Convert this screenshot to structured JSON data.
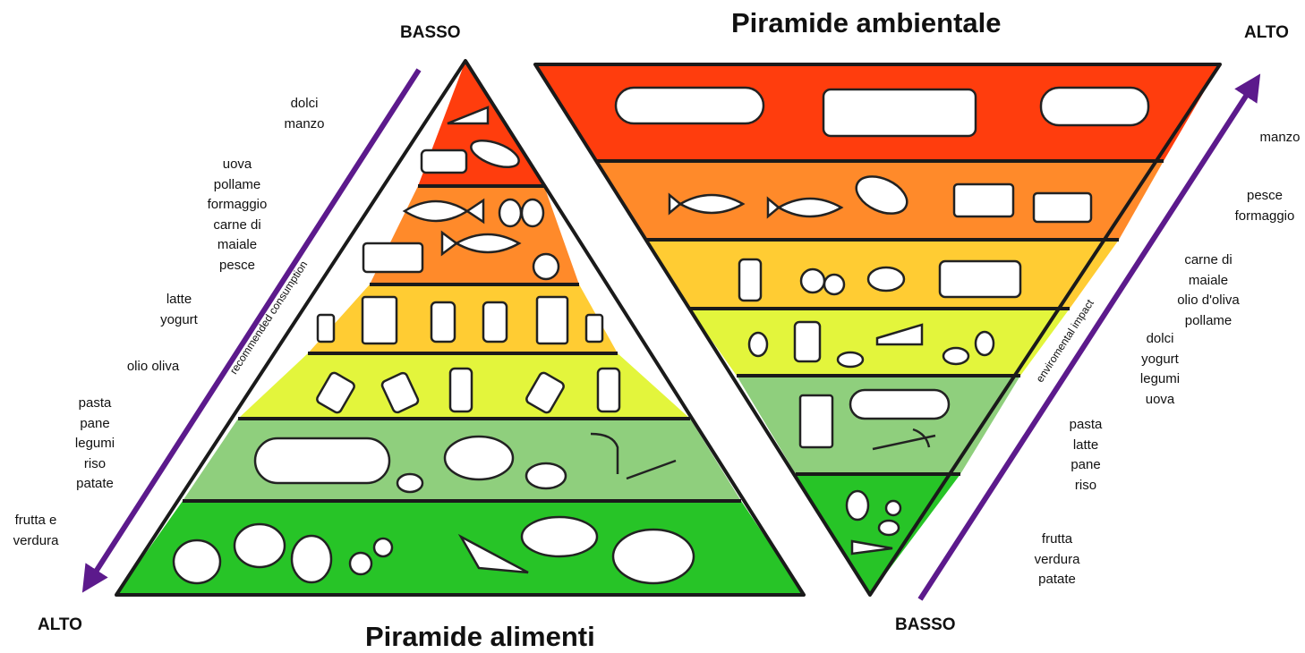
{
  "food_pyramid": {
    "title": "Piramide alimenti",
    "top_label": "BASSO",
    "bottom_label": "ALTO",
    "axis_label": "recommended consumption",
    "tiers": [
      {
        "items": [
          "dolci",
          "manzo"
        ],
        "color": "#ff3d0d"
      },
      {
        "items": [
          "uova",
          "pollame",
          "formaggio",
          "carne di",
          "maiale",
          "pesce"
        ],
        "color": "#ff8a2a"
      },
      {
        "items": [
          "latte",
          "yogurt"
        ],
        "color": "#ffcc33"
      },
      {
        "items": [
          "olio oliva"
        ],
        "color": "#e3f53c"
      },
      {
        "items": [
          "pasta",
          "pane",
          "legumi",
          "riso",
          "patate"
        ],
        "color": "#8fcf7d"
      },
      {
        "items": [
          "frutta e",
          "verdura"
        ],
        "color": "#27c427"
      }
    ]
  },
  "environment_pyramid": {
    "title": "Piramide ambientale",
    "top_label": "ALTO",
    "bottom_label": "BASSO",
    "axis_label": "enviromental impact",
    "tiers": [
      {
        "items": [
          "manzo"
        ],
        "color": "#ff3d0d"
      },
      {
        "items": [
          "pesce",
          "formaggio"
        ],
        "color": "#ff8a2a"
      },
      {
        "items": [
          "carne di",
          "maiale",
          "olio d'oliva",
          "pollame"
        ],
        "color": "#ffcc33"
      },
      {
        "items": [
          "dolci",
          "yogurt",
          "legumi",
          "uova"
        ],
        "color": "#e3f53c"
      },
      {
        "items": [
          "pasta",
          "latte",
          "pane",
          "riso"
        ],
        "color": "#8fcf7d"
      },
      {
        "items": [
          "frutta",
          "verdura",
          "patate"
        ],
        "color": "#27c427"
      }
    ]
  },
  "colors": {
    "arrow": "#5c1a8c",
    "outline": "#1a1a1a"
  }
}
